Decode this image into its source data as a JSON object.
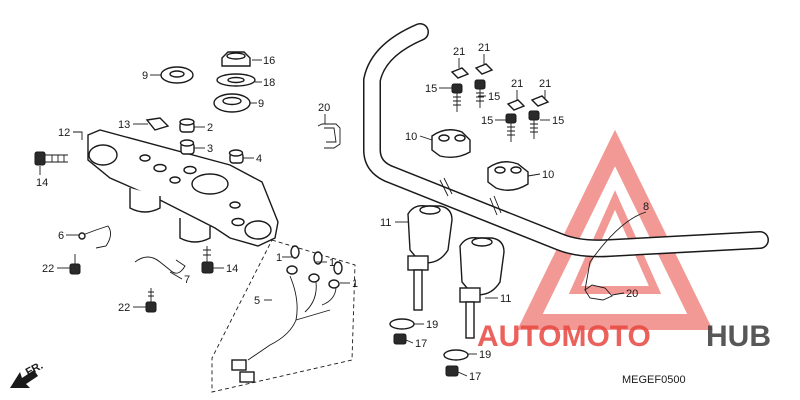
{
  "diagram": {
    "code": "MEGEF0500",
    "direction": "FR.",
    "callouts": [
      {
        "id": "c9a",
        "text": "9"
      },
      {
        "id": "c16",
        "text": "16"
      },
      {
        "id": "c18",
        "text": "18"
      },
      {
        "id": "c9b",
        "text": "9"
      },
      {
        "id": "c12",
        "text": "12"
      },
      {
        "id": "c13",
        "text": "13"
      },
      {
        "id": "c2",
        "text": "2"
      },
      {
        "id": "c3",
        "text": "3"
      },
      {
        "id": "c4",
        "text": "4"
      },
      {
        "id": "c14a",
        "text": "14"
      },
      {
        "id": "c6",
        "text": "6"
      },
      {
        "id": "c22a",
        "text": "22"
      },
      {
        "id": "c7",
        "text": "7"
      },
      {
        "id": "c14b",
        "text": "14"
      },
      {
        "id": "c22b",
        "text": "22"
      },
      {
        "id": "c5",
        "text": "5"
      },
      {
        "id": "c1a",
        "text": "1"
      },
      {
        "id": "c1b",
        "text": "1"
      },
      {
        "id": "c1c",
        "text": "1"
      },
      {
        "id": "c20a",
        "text": "20"
      },
      {
        "id": "c21a",
        "text": "21"
      },
      {
        "id": "c21b",
        "text": "21"
      },
      {
        "id": "c15a",
        "text": "15"
      },
      {
        "id": "c15b",
        "text": "15"
      },
      {
        "id": "c21c",
        "text": "21"
      },
      {
        "id": "c21d",
        "text": "21"
      },
      {
        "id": "c15c",
        "text": "15"
      },
      {
        "id": "c15d",
        "text": "15"
      },
      {
        "id": "c10a",
        "text": "10"
      },
      {
        "id": "c10b",
        "text": "10"
      },
      {
        "id": "c11a",
        "text": "11"
      },
      {
        "id": "c11b",
        "text": "11"
      },
      {
        "id": "c19a",
        "text": "19"
      },
      {
        "id": "c17a",
        "text": "17"
      },
      {
        "id": "c19b",
        "text": "19"
      },
      {
        "id": "c17b",
        "text": "17"
      },
      {
        "id": "c8",
        "text": "8"
      },
      {
        "id": "c20b",
        "text": "20"
      }
    ]
  },
  "watermark": {
    "word_left": "AUTOMOTO",
    "word_right": "HUB",
    "color_red": "#e8473f",
    "color_dark": "#3a3a3a"
  }
}
